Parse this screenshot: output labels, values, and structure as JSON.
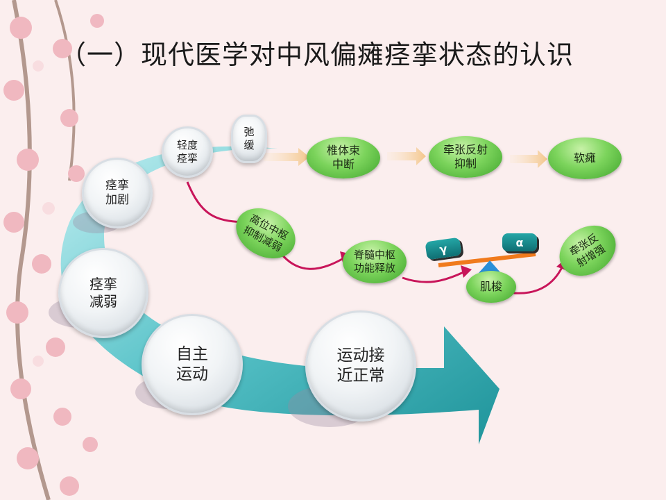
{
  "title": "（一）现代医学对中风偏瘫痉挛状态的认识",
  "stages": {
    "relax": [
      "弛",
      "缓"
    ],
    "mild": [
      "轻度",
      "痉挛"
    ],
    "worse": [
      "痉挛",
      "加剧"
    ],
    "reduce": [
      "痉挛",
      "减弱"
    ],
    "voluntary": [
      "自主",
      "运动"
    ],
    "normal": [
      "运动接",
      "近正常"
    ]
  },
  "flow_top": {
    "n1": [
      "椎体束",
      "中断"
    ],
    "n2": [
      "牵张反射",
      "抑制"
    ],
    "n3": [
      "软瘫"
    ]
  },
  "flow_bottom": {
    "n1": [
      "高位中枢",
      "抑制减弱"
    ],
    "n2": [
      "脊髓中枢",
      "功能释放"
    ],
    "gamma": "γ",
    "alpha": "α",
    "spindle": "肌梭",
    "n3": [
      "牵张反",
      "射增强"
    ]
  },
  "colors": {
    "teal": "#1aa3a8",
    "green": "#5dbf3f",
    "crimson": "#c8155a",
    "orange": "#f07a1c",
    "blue": "#2a8fd8"
  }
}
